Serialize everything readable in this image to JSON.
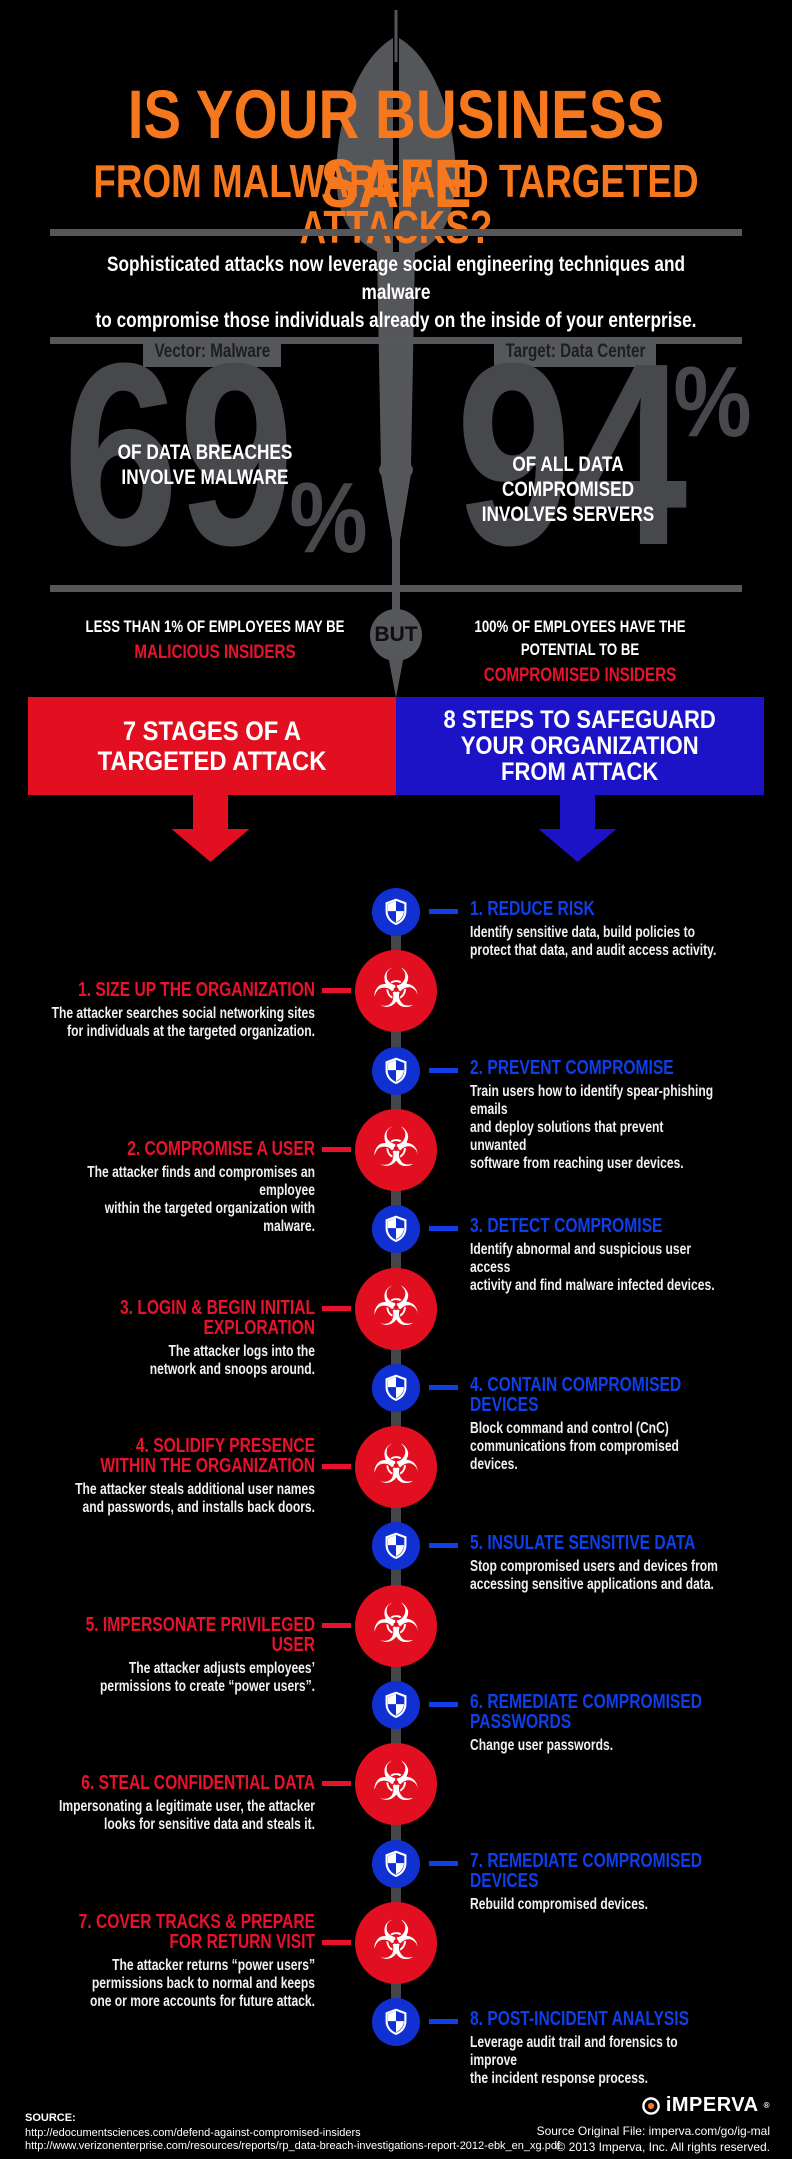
{
  "colors": {
    "orange": "#f5781e",
    "red": "#e10f1f",
    "blue": "#1c13c6",
    "nodeblue": "#1130d2",
    "titleblue": "#0e3fe8",
    "titlered": "#e8122d",
    "gray": "#55575b",
    "digit": "#47484c",
    "stem": "#454649"
  },
  "header": {
    "title_line1": "IS YOUR BUSINESS SAFE",
    "title_line2": "FROM MALWARE AND TARGETED ATTACKS?",
    "intro": "Sophisticated attacks now leverage social engineering techniques and malware\nto compromise those individuals already on the inside of your enterprise."
  },
  "stats": {
    "left": {
      "tag": "Vector: Malware",
      "value": "69",
      "percent": "%",
      "label": "OF DATA BREACHES\nINVOLVE MALWARE"
    },
    "right": {
      "tag": "Target: Data Center",
      "value": "94",
      "percent": "%",
      "label": "OF ALL DATA COMPROMISED\nINVOLVES SERVERS"
    }
  },
  "insiders": {
    "but": "BUT",
    "left_line1": "LESS THAN 1% OF EMPLOYEES MAY BE",
    "left_line2": "MALICIOUS INSIDERS",
    "right_line1": "100% OF EMPLOYEES HAVE THE POTENTIAL TO BE",
    "right_line2": "COMPROMISED INSIDERS"
  },
  "banners": {
    "attack": "7 STAGES OF A\nTARGETED ATTACK",
    "defense": "8 STEPS TO SAFEGUARD\nYOUR ORGANIZATION\nFROM ATTACK"
  },
  "timeline": {
    "items": [
      {
        "side": "right",
        "icon": "shield",
        "title": "1. REDUCE RISK",
        "desc": "Identify sensitive data, build policies to\nprotect that data, and audit access activity."
      },
      {
        "side": "left",
        "icon": "biohazard",
        "title": "1. SIZE UP THE ORGANIZATION",
        "desc": "The attacker searches social networking sites\nfor individuals at the targeted organization."
      },
      {
        "side": "right",
        "icon": "shield",
        "title": "2. PREVENT COMPROMISE",
        "desc": "Train users how to identify spear-phishing emails\nand deploy solutions that prevent unwanted\nsoftware from reaching user devices."
      },
      {
        "side": "left",
        "icon": "biohazard",
        "title": "2. COMPROMISE A USER",
        "desc": "The attacker finds and compromises an employee\nwithin the targeted organization with malware."
      },
      {
        "side": "right",
        "icon": "shield",
        "title": "3. DETECT COMPROMISE",
        "desc": "Identify abnormal and suspicious user access\nactivity and find malware infected devices."
      },
      {
        "side": "left",
        "icon": "biohazard",
        "title": "3. LOGIN & BEGIN INITIAL EXPLORATION",
        "desc": "The attacker logs into the\nnetwork and snoops around."
      },
      {
        "side": "right",
        "icon": "shield",
        "title": "4. CONTAIN COMPROMISED DEVICES",
        "desc": "Block command and control (CnC)\ncommunications from compromised devices."
      },
      {
        "side": "left",
        "icon": "biohazard",
        "title": "4. SOLIDIFY PRESENCE\nWITHIN THE ORGANIZATION",
        "desc": "The attacker steals additional user names\nand passwords, and installs back doors."
      },
      {
        "side": "right",
        "icon": "shield",
        "title": "5. INSULATE SENSITIVE DATA",
        "desc": "Stop compromised users and devices from\naccessing sensitive applications and data."
      },
      {
        "side": "left",
        "icon": "biohazard",
        "title": "5. IMPERSONATE PRIVILEGED USER",
        "desc": "The attacker adjusts employees’\npermissions to create “power users”."
      },
      {
        "side": "right",
        "icon": "shield",
        "title": "6. REMEDIATE COMPROMISED PASSWORDS",
        "desc": "Change user passwords."
      },
      {
        "side": "left",
        "icon": "biohazard",
        "title": "6. STEAL CONFIDENTIAL DATA",
        "desc": "Impersonating a legitimate user, the attacker\nlooks for sensitive data and steals it."
      },
      {
        "side": "right",
        "icon": "shield",
        "title": "7. REMEDIATE COMPROMISED DEVICES",
        "desc": "Rebuild compromised devices."
      },
      {
        "side": "left",
        "icon": "biohazard",
        "title": "7. COVER TRACKS & PREPARE\nFOR RETURN VISIT",
        "desc": "The attacker returns “power users”\npermissions back to normal and keeps\none or more accounts for future attack."
      },
      {
        "side": "right",
        "icon": "shield",
        "title": "8. POST-INCIDENT ANALYSIS",
        "desc": "Leverage audit trail and forensics to improve\nthe incident response process."
      }
    ]
  },
  "footer": {
    "source_label": "SOURCE:",
    "source_url_1": "http://edocumentsciences.com/defend-against-compromised-insiders",
    "source_url_2": "http://www.verizonenterprise.com/resources/reports/rp_data-breach-investigations-report-2012-ebk_en_xg.pdf",
    "logo_text": "iMPERVA",
    "logo_reg": "®",
    "original_file": "Source Original File: imperva.com/go/ig-mal",
    "copyright": "© 2013 Imperva, Inc. All rights reserved."
  }
}
